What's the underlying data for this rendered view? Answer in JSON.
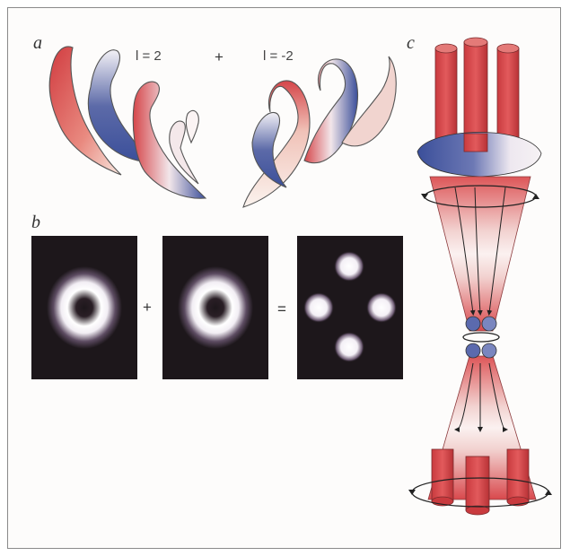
{
  "panels": {
    "a": {
      "label": "a",
      "left_term": "l = 2",
      "operator": "+",
      "right_term": "l = -2"
    },
    "b": {
      "label": "b",
      "plus": "+",
      "equals": "="
    },
    "c": {
      "label": "c"
    }
  },
  "colors": {
    "red": "#d5464a",
    "blue": "#3b4f9a",
    "background": "#fdfcfb",
    "beam_bg": "#1d171b"
  }
}
